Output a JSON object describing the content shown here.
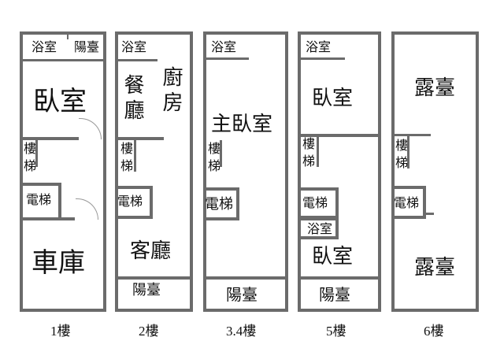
{
  "floors": [
    {
      "label": "1樓",
      "rooms": {
        "bath": "浴室",
        "balcony": "陽臺",
        "bedroom": "臥室",
        "stairs": "樓梯",
        "elevator": "電梯",
        "garage": "車庫"
      }
    },
    {
      "label": "2樓",
      "rooms": {
        "bath": "浴室",
        "dining": "餐廳",
        "kitchen": "廚房",
        "stairs": "樓梯",
        "elevator": "電梯",
        "living": "客廳",
        "balcony": "陽臺"
      }
    },
    {
      "label": "3.4樓",
      "rooms": {
        "bath": "浴室",
        "master": "主臥室",
        "stairs": "樓梯",
        "elevator": "電梯",
        "balcony": "陽臺"
      }
    },
    {
      "label": "5樓",
      "rooms": {
        "bath": "浴室",
        "bedroom1": "臥室",
        "stairs": "樓梯",
        "elevator": "電梯",
        "bath2": "浴室",
        "bedroom2": "臥室",
        "balcony": "陽臺"
      }
    },
    {
      "label": "6樓",
      "rooms": {
        "terrace1": "露臺",
        "stairs": "樓梯",
        "elevator": "電梯",
        "terrace2": "露臺"
      }
    }
  ]
}
